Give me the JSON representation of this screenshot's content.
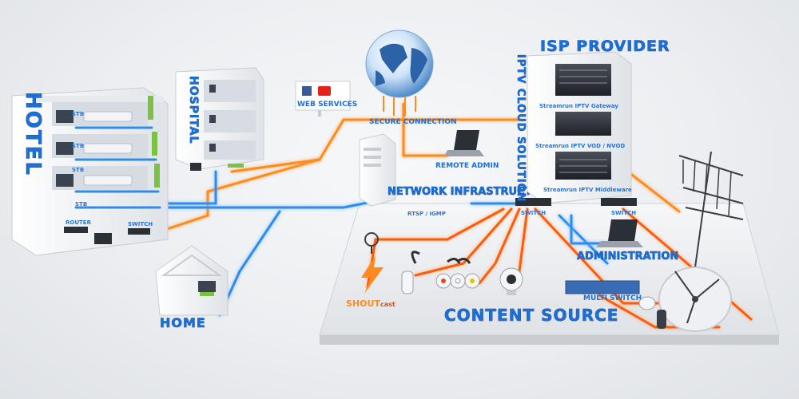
{
  "labels": {
    "hotel": "HOTEL",
    "hospital": "HOSPITAL",
    "home": "HOME",
    "web_services": "WEB SERVICES",
    "secure_connection": "SECURE CONNECTION",
    "remote_admin": "REMOTE ADMIN",
    "network_infrastructure": "NETWORK INFRASTRUCTURE",
    "rtsp_igmp": "RTSP / IGMP",
    "isp_provider": "ISP PROVIDER",
    "iptv_cloud_solution": "IPTV CLOUD SOLUTION",
    "iptv_gateway": "Streamrun IPTV Gateway",
    "iptv_vod": "Streamrun IPTV VOD / NVOD",
    "iptv_middleware": "Streamrun IPTV Middleware",
    "switch_left": "SWITCH",
    "switch_right": "SWITCH",
    "administration": "ADMINISTRATION",
    "multi_switch": "MULTI SWITCH",
    "content_source": "CONTENT SOURCE",
    "shoutcast_shout": "SHOUT",
    "shoutcast_cast": "cast",
    "hotel_stb_1": "STB",
    "hotel_stb_2": "STB",
    "hotel_stb_3": "STB",
    "hotel_stb_4": "STB",
    "hotel_switch": "SWITCH",
    "hotel_router": "ROUTER"
  },
  "colors": {
    "wire_blue": "#2e8cf0",
    "wire_orange": "#ff8a1e",
    "label_blue": "#1a6fd8",
    "building_white": "#f4f6f8",
    "accent_green": "#7cc242"
  },
  "icons": {
    "globe": "globe-icon",
    "web_services": "youtube-facebook-icon",
    "antenna": "yagi-antenna-icon",
    "satellite": "satellite-dish-icon",
    "shoutcast": "lightning-bolt-icon"
  }
}
